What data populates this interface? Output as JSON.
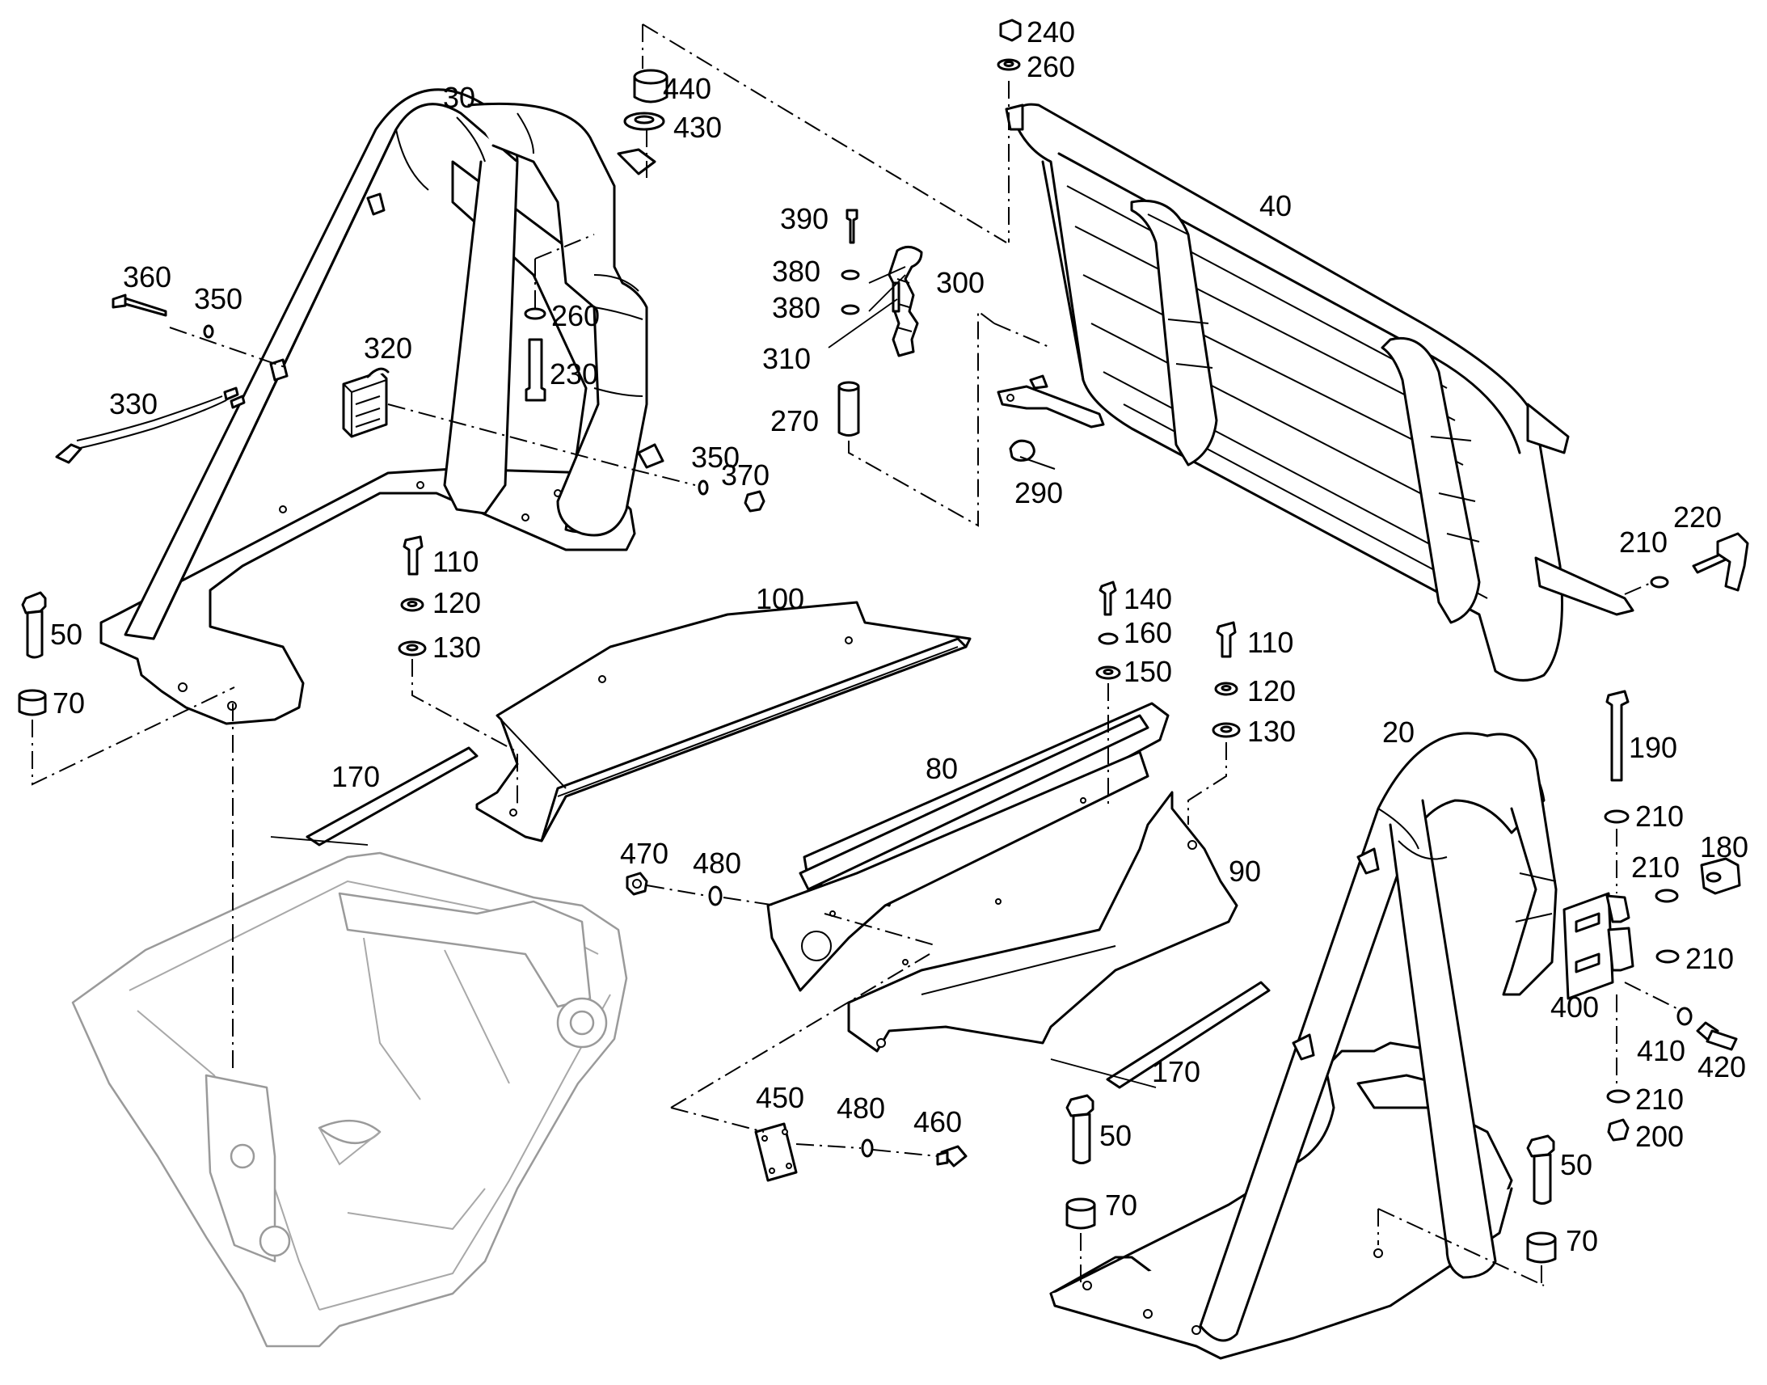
{
  "diagram": {
    "type": "exploded-parts-view",
    "colors": {
      "line": "#000000",
      "background": "#ffffff",
      "ghost_assembly": "#9a9a9a"
    },
    "callouts": [
      {
        "id": "c30",
        "text": "30"
      },
      {
        "id": "c440",
        "text": "440"
      },
      {
        "id": "c430",
        "text": "430"
      },
      {
        "id": "c240",
        "text": "240"
      },
      {
        "id": "c260a",
        "text": "260"
      },
      {
        "id": "c40",
        "text": "40"
      },
      {
        "id": "c390",
        "text": "390"
      },
      {
        "id": "c380a",
        "text": "380"
      },
      {
        "id": "c380b",
        "text": "380"
      },
      {
        "id": "c300",
        "text": "300"
      },
      {
        "id": "c310",
        "text": "310"
      },
      {
        "id": "c270",
        "text": "270"
      },
      {
        "id": "c290",
        "text": "290"
      },
      {
        "id": "c360",
        "text": "360"
      },
      {
        "id": "c350a",
        "text": "350"
      },
      {
        "id": "c260b",
        "text": "260"
      },
      {
        "id": "c230",
        "text": "230"
      },
      {
        "id": "c320",
        "text": "320"
      },
      {
        "id": "c330",
        "text": "330"
      },
      {
        "id": "c350b",
        "text": "350"
      },
      {
        "id": "c370",
        "text": "370"
      },
      {
        "id": "c220",
        "text": "220"
      },
      {
        "id": "c210a",
        "text": "210"
      },
      {
        "id": "c50a",
        "text": "50"
      },
      {
        "id": "c70a",
        "text": "70"
      },
      {
        "id": "c110a",
        "text": "110"
      },
      {
        "id": "c120a",
        "text": "120"
      },
      {
        "id": "c130a",
        "text": "130"
      },
      {
        "id": "c100",
        "text": "100"
      },
      {
        "id": "c140",
        "text": "140"
      },
      {
        "id": "c160",
        "text": "160"
      },
      {
        "id": "c150",
        "text": "150"
      },
      {
        "id": "c110b",
        "text": "110"
      },
      {
        "id": "c120b",
        "text": "120"
      },
      {
        "id": "c130b",
        "text": "130"
      },
      {
        "id": "c170a",
        "text": "170"
      },
      {
        "id": "c80",
        "text": "80"
      },
      {
        "id": "c20",
        "text": "20"
      },
      {
        "id": "c190",
        "text": "190"
      },
      {
        "id": "c210b",
        "text": "210"
      },
      {
        "id": "c180",
        "text": "180"
      },
      {
        "id": "c210c",
        "text": "210"
      },
      {
        "id": "c210d",
        "text": "210"
      },
      {
        "id": "c470",
        "text": "470"
      },
      {
        "id": "c480a",
        "text": "480"
      },
      {
        "id": "c90",
        "text": "90"
      },
      {
        "id": "c400",
        "text": "400"
      },
      {
        "id": "c410",
        "text": "410"
      },
      {
        "id": "c420",
        "text": "420"
      },
      {
        "id": "c170b",
        "text": "170"
      },
      {
        "id": "c210e",
        "text": "210"
      },
      {
        "id": "c200",
        "text": "200"
      },
      {
        "id": "c450",
        "text": "450"
      },
      {
        "id": "c480b",
        "text": "480"
      },
      {
        "id": "c460",
        "text": "460"
      },
      {
        "id": "c50b",
        "text": "50"
      },
      {
        "id": "c70b",
        "text": "70"
      },
      {
        "id": "c50c",
        "text": "50"
      },
      {
        "id": "c70c",
        "text": "70"
      }
    ]
  }
}
